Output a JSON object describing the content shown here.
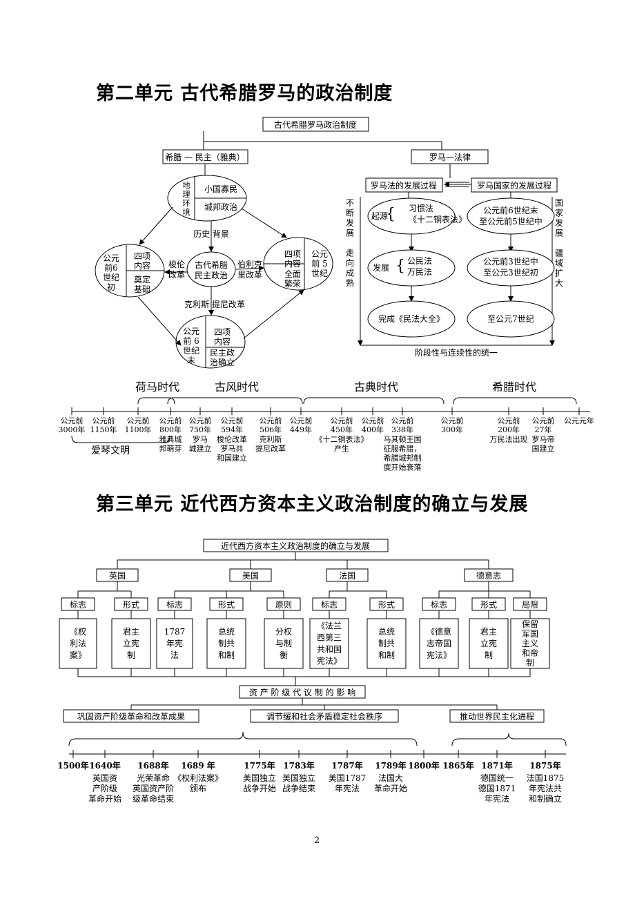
{
  "unit2": {
    "title": "第二单元  古代希腊罗马的政治制度",
    "root": "古代希腊罗马政治制度",
    "greece_branch": "希腊 — 民主（雅典）",
    "rome_branch": "罗马—法律",
    "greece": {
      "geo_left": [
        "地",
        "理",
        "环",
        "境"
      ],
      "geo_top": "小国寡民",
      "geo_bottom": "城邦政治",
      "bg_label": "历史  背景",
      "center": [
        "古代希腊",
        "民主政治"
      ],
      "left_side": [
        "公元",
        "前6",
        "世纪",
        "初"
      ],
      "left_top": [
        "四项",
        "内容"
      ],
      "left_bottom": [
        "奠定",
        "基础"
      ],
      "left_reform": [
        "梭伦",
        "改革"
      ],
      "right_reform": [
        "伯利克",
        "里改革"
      ],
      "right_top": [
        "四项",
        "内容"
      ],
      "right_bottom": [
        "全面",
        "繁荣"
      ],
      "right_side": [
        "公元",
        "前 5",
        "世纪"
      ],
      "bottom_reform": "克利斯  提尼改革",
      "bottom_side": [
        "公元",
        "前 6",
        "世纪",
        "末"
      ],
      "bottom_top": [
        "四项",
        "内容"
      ],
      "bottom_bottom": [
        "民主政",
        "治确立"
      ]
    },
    "rome": {
      "law_process": "罗马法的发展过程",
      "state_process": "罗马国家的发展过程",
      "left_vertical": [
        "不",
        "断",
        "发",
        "展",
        "",
        "走",
        "向",
        "成",
        "熟"
      ],
      "right_vertical": [
        "国",
        "家",
        "发",
        "展",
        "",
        "疆",
        "域",
        "扩",
        "大"
      ],
      "origin_label": "起源",
      "origin_items": [
        "习惯法",
        "《十二铜表法》"
      ],
      "develop_label": "发展",
      "develop_items": [
        "公民法",
        "万民法"
      ],
      "complete": "完成《民法大全》",
      "stage1": [
        "公元前6世纪末",
        "至公元前5世纪中"
      ],
      "stage2": [
        "公元前3世纪中",
        "至公元3世纪初"
      ],
      "stage3": "至公元7世纪",
      "bottom": "阶段性与连续性的统一"
    },
    "eras": [
      "荷马时代",
      "古风时代",
      "古典时代",
      "希腊时代"
    ],
    "timeline": [
      {
        "date": [
          "公元前",
          "3000年"
        ],
        "event": []
      },
      {
        "date": [
          "公元前",
          "1150年"
        ],
        "event": []
      },
      {
        "date": [
          "公元前",
          "1100年"
        ],
        "event": []
      },
      {
        "date": [
          "公元前",
          "800年"
        ],
        "event": [
          "雅典城",
          "邦萌芽"
        ]
      },
      {
        "date": [
          "公元前",
          "750年"
        ],
        "event": [
          "罗马",
          "城建立"
        ]
      },
      {
        "date": [
          "公元前",
          "594年"
        ],
        "event": [
          "梭伦改革",
          "罗马共",
          "和国建立"
        ]
      },
      {
        "date": [
          "公元前",
          "506年"
        ],
        "event": [
          "克利斯",
          "提尼改革"
        ]
      },
      {
        "date": [
          "公元前",
          "449年"
        ],
        "event": []
      },
      {
        "date": [
          "公元前",
          "450年"
        ],
        "event": [
          "《十二铜表法》",
          "产生"
        ]
      },
      {
        "date": [
          "公元前",
          "400年"
        ],
        "event": []
      },
      {
        "date": [
          "公元前",
          "338年"
        ],
        "event": [
          "马其顿王国",
          "征服希腊，",
          "希腊城邦制",
          "度开始衰落"
        ]
      },
      {
        "date": [
          "公元前",
          "300年"
        ],
        "event": []
      },
      {
        "date": [
          "公元前",
          "200年"
        ],
        "event": [
          "万民法出现"
        ]
      },
      {
        "date": [
          "公元前",
          "27年"
        ],
        "event": [
          "罗马帝",
          "国建立"
        ]
      },
      {
        "date": [
          "公元元年"
        ],
        "event": []
      }
    ],
    "aegean": "爱琴文明"
  },
  "unit3": {
    "title": "第三单元  近代西方资本主义政治制度的确立与发展",
    "root": "近代西方资本主义政治制度的确立与发展",
    "countries": [
      {
        "name": "英国",
        "tags": [
          "标志",
          "形式"
        ],
        "cells": [
          [
            "《权",
            "利法",
            "案》"
          ],
          [
            "君主",
            "立宪",
            "制"
          ]
        ]
      },
      {
        "name": "美国",
        "tags": [
          "标志",
          "形式",
          "原则"
        ],
        "cells": [
          [
            "1787",
            "年宪",
            "法"
          ],
          [
            "总统",
            "制共",
            "和制"
          ],
          [
            "分权",
            "与制",
            "衡"
          ]
        ]
      },
      {
        "name": "法国",
        "tags": [
          "标志",
          "形式"
        ],
        "cells": [
          [
            "《法兰",
            "西第三",
            "共和国",
            "宪法》"
          ],
          [
            "总统",
            "制共",
            "和制"
          ]
        ]
      },
      {
        "name": "德意志",
        "tags": [
          "标志",
          "形式",
          "局限"
        ],
        "cells": [
          [
            "《德意",
            "志帝国",
            "宪法》"
          ],
          [
            "君主",
            "立宪",
            "制"
          ],
          [
            "保留",
            "军国",
            "主义",
            "和帝",
            "制"
          ]
        ]
      }
    ],
    "influence": "资 产 阶 级 代 议 制 的 影 响",
    "effects": [
      "巩固资产阶级革命和改革成果",
      "调节缓和社会矛盾稳定社会秩序",
      "推动世界民主化进程"
    ],
    "timeline": [
      {
        "date": "1500年",
        "event": []
      },
      {
        "date": "1640年",
        "event": [
          "英国资",
          "产阶级",
          "革命开始"
        ]
      },
      {
        "date": "1688年",
        "event": [
          "光荣革命",
          "英国资产阶",
          "级革命结束"
        ]
      },
      {
        "date": "1689 年",
        "event": [
          "《权利法案》",
          "颁布"
        ]
      },
      {
        "date": "1775年",
        "event": [
          "美国独立",
          "战争开始"
        ]
      },
      {
        "date": "1783年",
        "event": [
          "美国独立",
          "战争结束"
        ]
      },
      {
        "date": "1787年",
        "event": [
          "美国1787",
          "年宪法"
        ]
      },
      {
        "date": "1789年",
        "event": [
          "法国大",
          "革命开始"
        ]
      },
      {
        "date": "1800年",
        "event": []
      },
      {
        "date": "1865年",
        "event": []
      },
      {
        "date": "1871年",
        "event": [
          "德国统一",
          "德国1871",
          "年宪法"
        ]
      },
      {
        "date": "1875年",
        "event": [
          "法国1875",
          "年宪法共",
          "和制确立"
        ]
      }
    ]
  },
  "page_number": "2"
}
